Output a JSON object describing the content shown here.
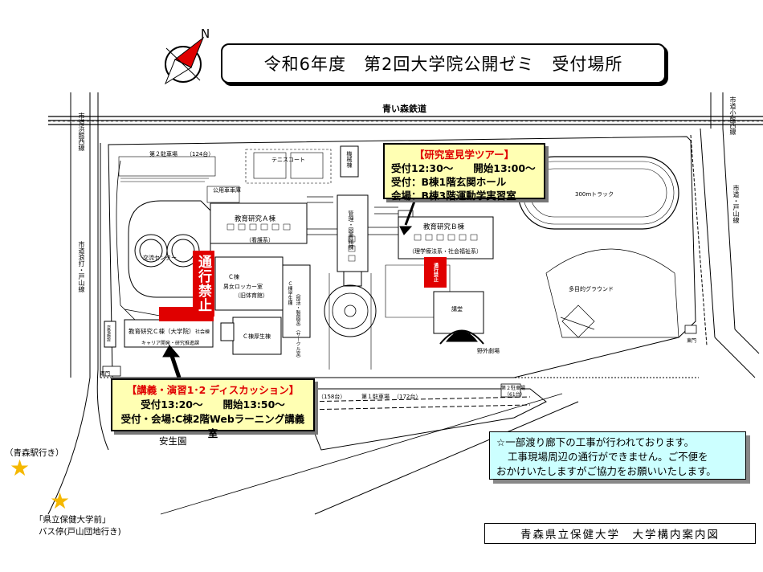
{
  "title": "令和6年度　第2回大学院公開ゼミ　受付場所",
  "compass": {
    "label": "N"
  },
  "railway": "青い森鉄道",
  "roads": {
    "left": "市道浜館西線",
    "left2": "市道浪打・戸山線",
    "right": "市道小館西線",
    "right2": "市道・戸山線"
  },
  "facilities": {
    "parking2": "第２駐車場",
    "parking2_cap": "（124台）",
    "tennis": "テニスコート",
    "machine_room": "機械棟",
    "bike_parking": "公用車車庫",
    "building_a": "教育研究Ａ棟",
    "building_a_sub": "（看護系）",
    "admin_library": "管理・図書館棟",
    "building_b": "教育研究Ｂ棟",
    "building_b_sub": "（理学療法系・社会福祉系）",
    "track": "300mトラック",
    "ground": "多目的グラウンド",
    "exchange_center": "交流センター",
    "building_c_top": "Ｃ棟",
    "locker": "男女ロッカー室",
    "old_gym": "（旧体育館）",
    "c_student": "Ｃ棟学生棟",
    "c_student_sub": "（部活・製図室）（サークル室）",
    "building_c": "教育研究Ｃ棟（大学院）",
    "building_c_note": "社会棟",
    "career": "キャリア開発・研究推進課",
    "welfare": "Ｃ棟厚生棟",
    "auditorium": "講堂",
    "outdoor_theater": "野外劇場",
    "east_gate": "東門",
    "west_gate": "西門",
    "substation": "変電施設",
    "parking1": "第１駐車場",
    "parking1_cap": "（172台）",
    "parking_158": "（158台）",
    "parking_small": "第２駐車場",
    "parking_small_cap": "（61台）",
    "anseien": "安生園"
  },
  "no_entry": {
    "big": "通行禁止",
    "small": "通行禁止"
  },
  "tour": {
    "heading": "【研究室見学ツアー】",
    "line1": "受付12:30～　　開始13:00～",
    "line2": "受付：B棟1階玄関ホール",
    "line3": "会場：B棟3階運動学実習室"
  },
  "lecture": {
    "heading": "【講義・演習1･2 ディスカッション】",
    "line1": "受付13:20～　　開始13:50～",
    "line2": "受付・会場:C棟2階Webラーニング講義室"
  },
  "bus": {
    "aomori_station": "（青森駅行き）",
    "stop_name": "「県立保健大学前」",
    "stop_dest": "バス停(戸山団地行き)",
    "star": "★"
  },
  "notice": {
    "line1": "☆一部渡り廊下の工事が行われております。",
    "line2": "工事現場周辺の通行ができません。ご不便を",
    "line3": "おかけいたしますがご協力をお願いいたします。"
  },
  "footer": "青森県立保健大学　大学構内案内図",
  "colors": {
    "no_entry_red": "#e00000",
    "callout_yellow": "#ffffb3",
    "notice_cyan": "#ccffff",
    "star_gold": "#f5b800"
  }
}
